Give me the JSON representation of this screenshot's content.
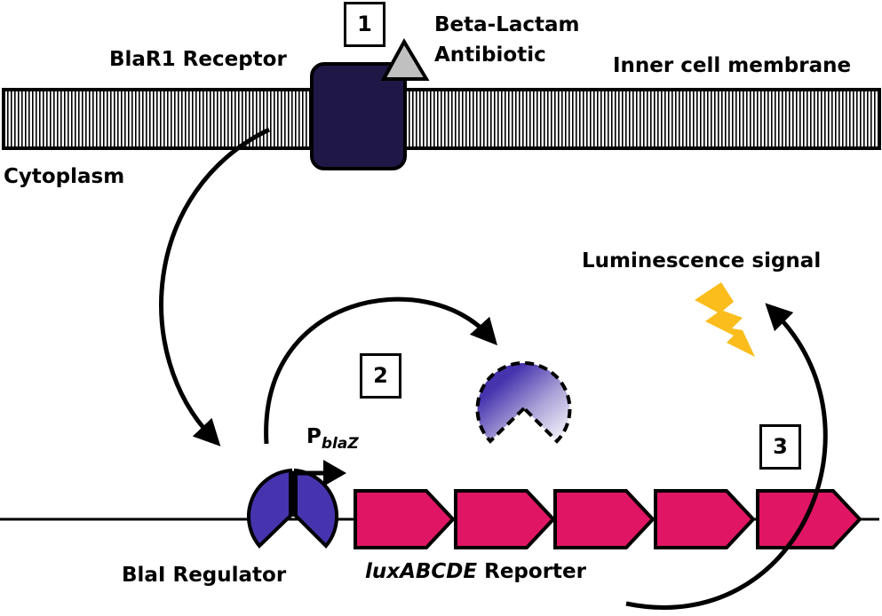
{
  "labels": {
    "receptor": "BlaR1 Receptor",
    "antibiotic_line1": "Beta-Lactam",
    "antibiotic_line2": "Antibiotic",
    "membrane": "Inner cell membrane",
    "cytoplasm": "Cytoplasm",
    "luminescence": "Luminescence signal",
    "promoter_main": "P",
    "promoter_sub": "blaZ",
    "regulator": "BlaI Regulator",
    "reporter_italic": "luxABCDE",
    "reporter_rest": " Reporter"
  },
  "steps": [
    "1",
    "2",
    "3"
  ],
  "colors": {
    "receptor": "#1f1846",
    "regulator": "#4634ae",
    "gene": "#e01563",
    "antibiotic": "#c0c0c0",
    "signal": "#fbbd1b"
  }
}
